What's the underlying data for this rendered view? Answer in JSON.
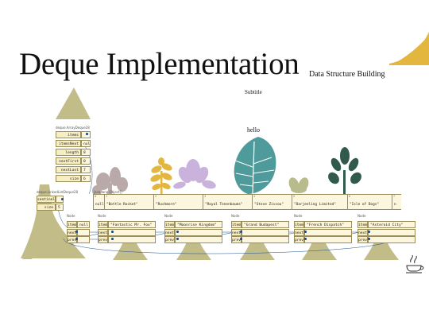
{
  "slide": {
    "title": "Deque Implementation",
    "tagline": "Data Structure Building",
    "subtitle": "Subtitle",
    "hello": "hello"
  },
  "colors": {
    "olive": "#c1bc88",
    "teal": "#4f9a9a",
    "gold": "#e2b63f",
    "lavender": "#c9b3dc",
    "dark_green": "#2f5a4c",
    "mauve": "#b9a9a9",
    "light_green": "#b8bb8c",
    "note_yellow": "#f7eec4"
  },
  "array_deque": {
    "caption": "deque.ArrayDeque28",
    "fields": [
      {
        "name": "items",
        "value": ""
      },
      {
        "name": "itemsNext",
        "value": "null"
      },
      {
        "name": "length",
        "value": "8"
      },
      {
        "name": "nextFirst",
        "value": "0"
      },
      {
        "name": "nextLast",
        "value": "7"
      },
      {
        "name": "size",
        "value": "6"
      }
    ]
  },
  "array": {
    "caption": "java.lang.Object[]",
    "cells": [
      {
        "index": "0",
        "value": "null"
      },
      {
        "index": "1",
        "value": "\"Bottle Rocket\""
      },
      {
        "index": "2",
        "value": "\"Rushmore\""
      },
      {
        "index": "3",
        "value": "\"Royal Tenenbaums\""
      },
      {
        "index": "4",
        "value": "\"Steve Zissou\""
      },
      {
        "index": "5",
        "value": "\"Darjeeling Limited\""
      },
      {
        "index": "6",
        "value": "\"Isle of Dogs\""
      },
      {
        "index": "7",
        "value": "n"
      }
    ]
  },
  "linked_deque": {
    "caption": "deque.LinkedListDeque28",
    "fields": [
      {
        "name": "sentinel",
        "value": ""
      },
      {
        "name": "size",
        "value": "5"
      }
    ]
  },
  "nodes": [
    {
      "caption": "Node",
      "item": "null"
    },
    {
      "caption": "Node",
      "item": "\"Fantastic Mr. Fox\""
    },
    {
      "caption": "Node",
      "item": "\"Moonrise Kingdom\""
    },
    {
      "caption": "Node",
      "item": "\"Grand Budapest\""
    },
    {
      "caption": "Node",
      "item": "\"French Dispatch\""
    },
    {
      "caption": "Node",
      "item": "\"Asteroid City\""
    }
  ],
  "node_field_labels": {
    "item": "item",
    "next": "next",
    "prev": "prev"
  }
}
